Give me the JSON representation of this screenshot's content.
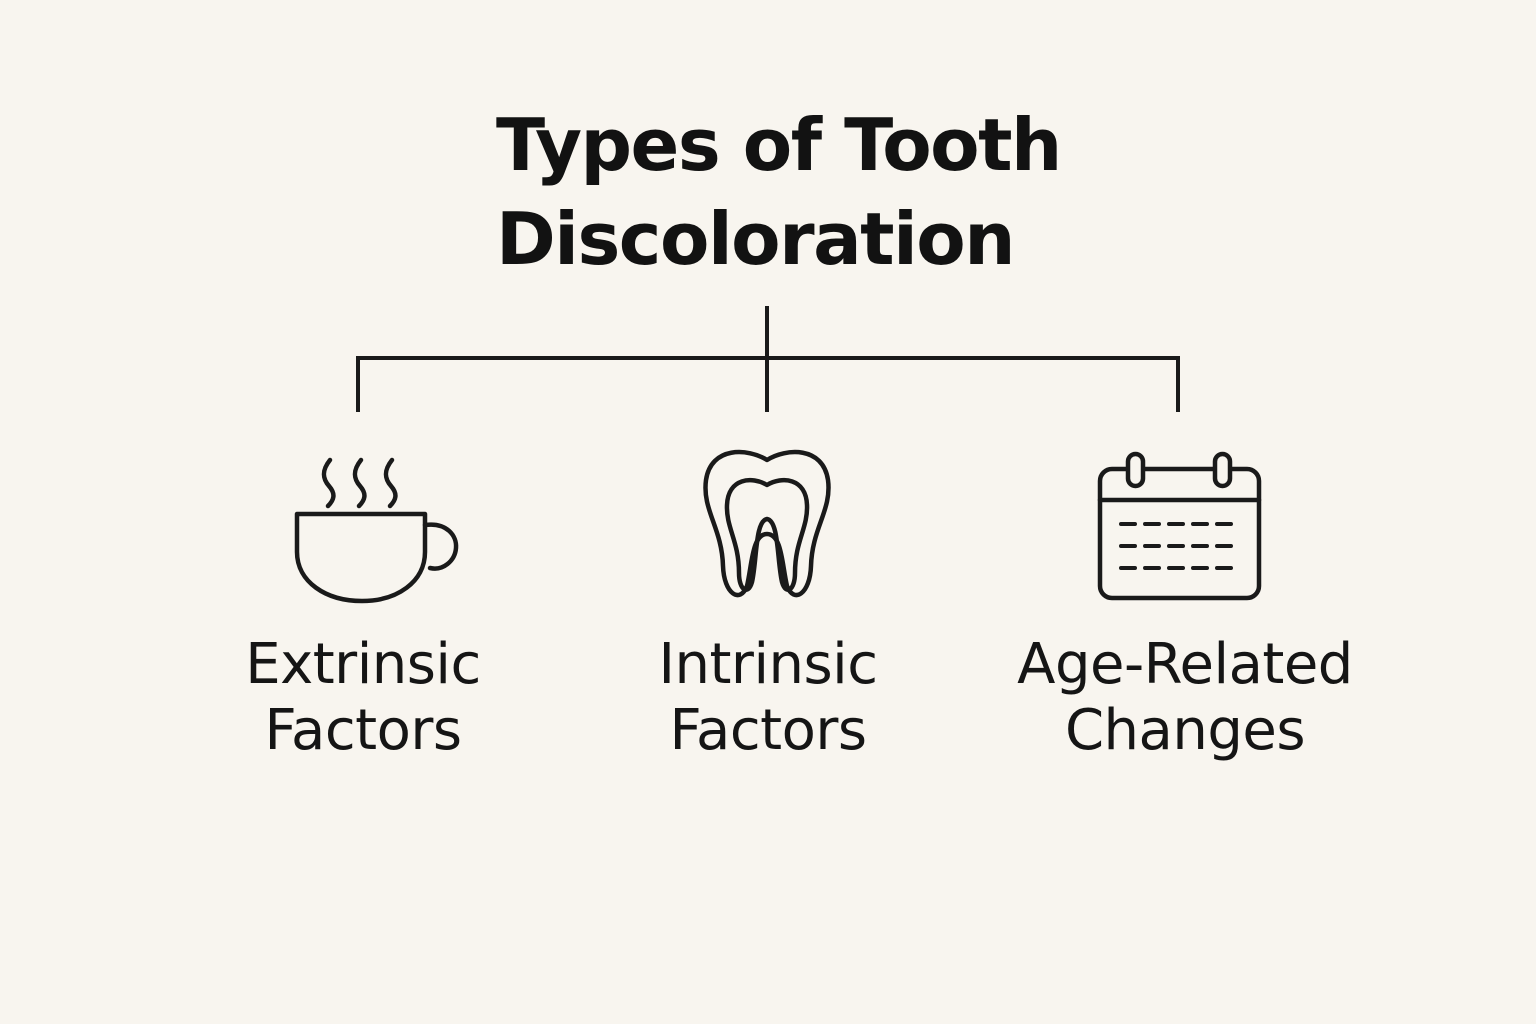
{
  "title": {
    "line1": "Types of Tooth",
    "line2": "Discoloration"
  },
  "colors": {
    "background": "#f8f5ef",
    "ink": "#141414"
  },
  "categories": [
    {
      "icon": "coffee-cup-icon",
      "line1": "Extrinsic",
      "line2": "Factors"
    },
    {
      "icon": "tooth-icon",
      "line1": "Intrinsic",
      "line2": "Factors"
    },
    {
      "icon": "calendar-icon",
      "line1": "Age-Related",
      "line2": "Changes"
    }
  ]
}
